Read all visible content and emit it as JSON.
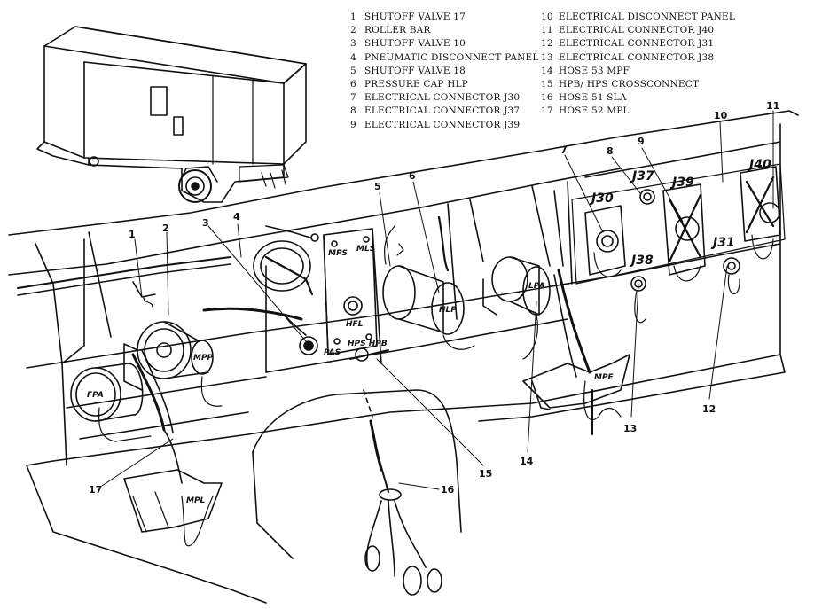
{
  "legend": [
    {
      "number": "1",
      "label": "SHUTOFF VALVE 17"
    },
    {
      "number": "2",
      "label": "ROLLER BAR"
    },
    {
      "number": "3",
      "label": "SHUTOFF VALVE 10"
    },
    {
      "number": "4",
      "label": "PNEUMATIC DISCONNECT PANEL"
    },
    {
      "number": "5",
      "label": "SHUTOFF VALVE 18"
    },
    {
      "number": "6",
      "label": "PRESSURE CAP HLP"
    },
    {
      "number": "7",
      "label": "ELECTRICAL CONNECTOR J30"
    },
    {
      "number": "8",
      "label": "ELECTRICAL CONNECTOR J37"
    },
    {
      "number": "9",
      "label": "ELECTRICAL CONNECTOR J39"
    },
    {
      "number": "10",
      "label": "ELECTRICAL DISCONNECT PANEL"
    },
    {
      "number": "11",
      "label": "ELECTRICAL CONNECTOR J40"
    },
    {
      "number": "12",
      "label": "ELECTRICAL CONNECTOR J31"
    },
    {
      "number": "13",
      "label": "ELECTRICAL CONNECTOR J38"
    },
    {
      "number": "14",
      "label": "HOSE 53 MPF"
    },
    {
      "number": "15",
      "label": "HPB/ HPS CROSSCONNECT"
    },
    {
      "number": "16",
      "label": "HOSE 51 SLA"
    },
    {
      "number": "17",
      "label": "HOSE 52 MPL"
    }
  ],
  "callouts": {
    "c1": "1",
    "c2": "2",
    "c3": "3",
    "c4": "4",
    "c5": "5",
    "c6": "6",
    "c7": "7",
    "c8": "8",
    "c9": "9",
    "c10": "10",
    "c11": "11",
    "c12": "12",
    "c13": "13",
    "c14": "14",
    "c15": "15",
    "c16": "16",
    "c17": "17"
  },
  "part_labels": {
    "fpa": "FPA",
    "mpp": "MPP",
    "hlp": "HLP",
    "lpa": "LPA",
    "mps": "MPS",
    "mls": "MLS",
    "hfl": "HFL",
    "pas": "PAS",
    "hps_hpb": "HPS HPB",
    "mpe": "MPE",
    "mpl": "MPL",
    "j30": "J30",
    "j37": "J37",
    "j39": "J39",
    "j40": "J40",
    "j38": "J38",
    "j31": "J31"
  }
}
